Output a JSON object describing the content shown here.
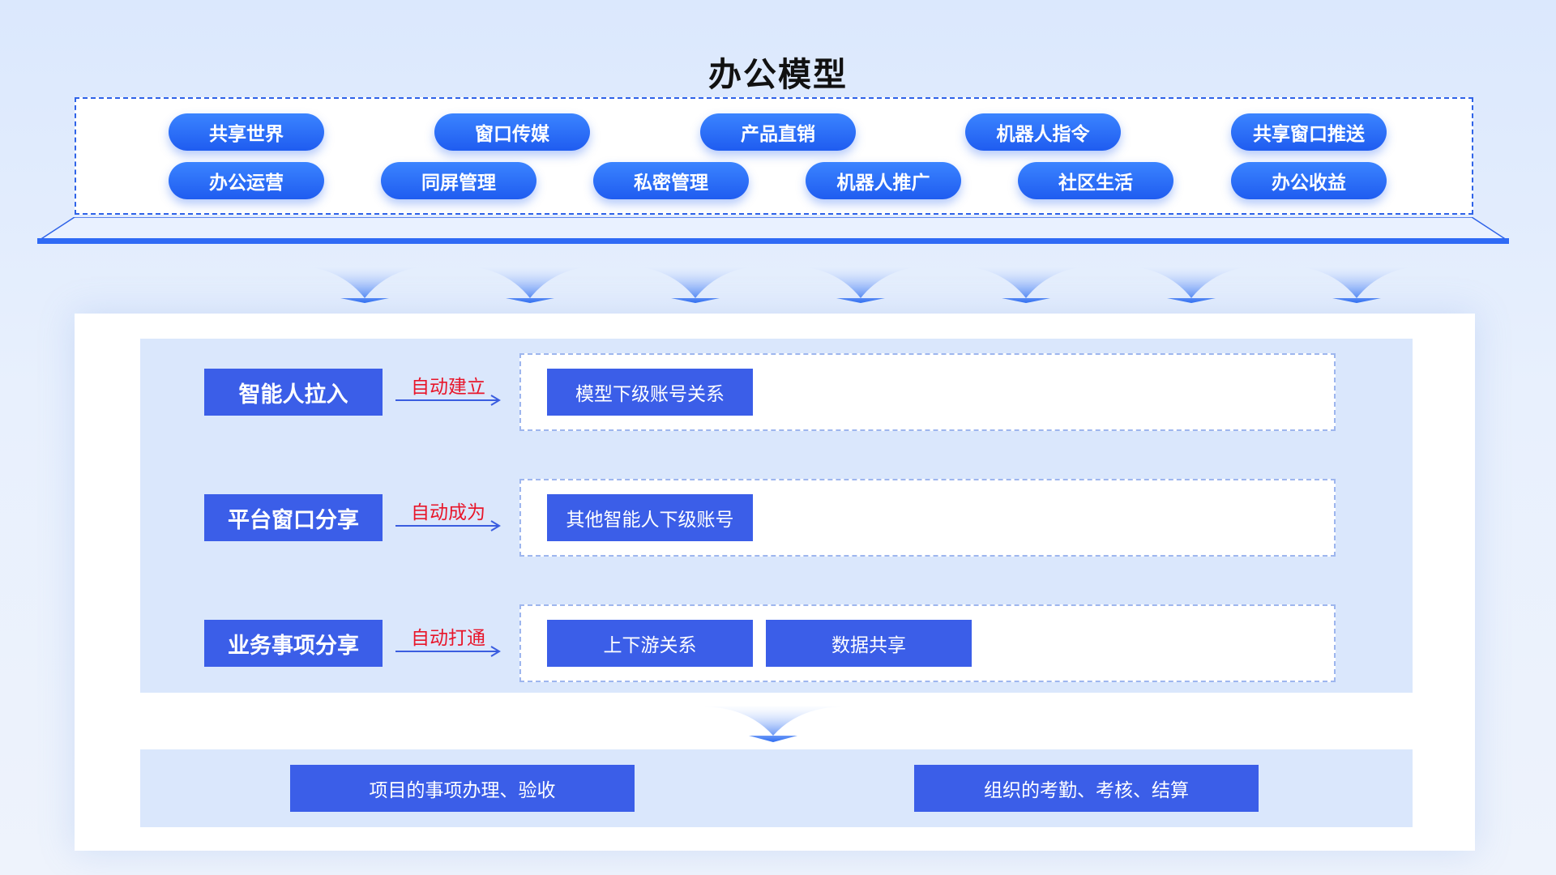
{
  "title": "办公模型",
  "model_pills": {
    "row1": [
      "共享世界",
      "窗口传媒",
      "产品直销",
      "机器人指令",
      "共享窗口推送"
    ],
    "row2": [
      "办公运营",
      "同屏管理",
      "私密管理",
      "机器人推广",
      "社区生活",
      "办公收益"
    ]
  },
  "flows": [
    {
      "source": "智能人拉入",
      "arrow": "自动建立",
      "targets": [
        "模型下级账号关系"
      ]
    },
    {
      "source": "平台窗口分享",
      "arrow": "自动成为",
      "targets": [
        "其他智能人下级账号"
      ]
    },
    {
      "source": "业务事项分享",
      "arrow": "自动打通",
      "targets": [
        "上下游关系",
        "数据共享"
      ]
    }
  ],
  "results": [
    "项目的事项办理、验收",
    "组织的考勤、考核、结算"
  ],
  "colors": {
    "pill_top": "#3b84ff",
    "pill_bottom": "#1f5cf0",
    "box_blue": "#3b5ee8",
    "panel_bg": "#dae7fc",
    "arrow_label": "#e8162a",
    "dashed_border": "#2f63e8"
  }
}
